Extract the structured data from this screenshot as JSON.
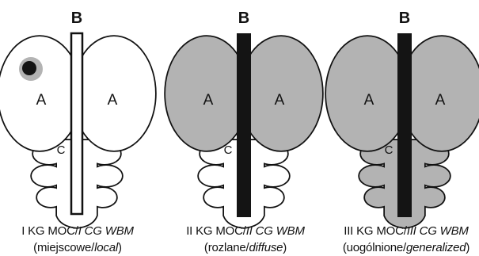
{
  "colors": {
    "gray": "#b3b3b3",
    "dark": "#141414",
    "white": "#ffffff",
    "ink": "#111111"
  },
  "panels": [
    {
      "top_label": "B",
      "left_label": "A",
      "right_label": "A",
      "lower_label": "C",
      "caption_line1_plain": "I KG MOC/",
      "caption_line1_italic": "I CG WBM",
      "caption_line2_open": "(miejscowe/",
      "caption_line2_italic": "local",
      "caption_line2_close": ")"
    },
    {
      "top_label": "B",
      "left_label": "A",
      "right_label": "A",
      "lower_label": "C",
      "caption_line1_plain": "II KG MOC/",
      "caption_line1_italic": "II CG WBM",
      "caption_line2_open": "(rozlane/",
      "caption_line2_italic": "diffuse",
      "caption_line2_close": ")"
    },
    {
      "top_label": "B",
      "left_label": "A",
      "right_label": "A",
      "lower_label": "C",
      "caption_line1_plain": "III KG MOC/",
      "caption_line1_italic": "III CG WBM",
      "caption_line2_open": "(uogólnione/",
      "caption_line2_italic": "generalized",
      "caption_line2_close": ")"
    }
  ]
}
